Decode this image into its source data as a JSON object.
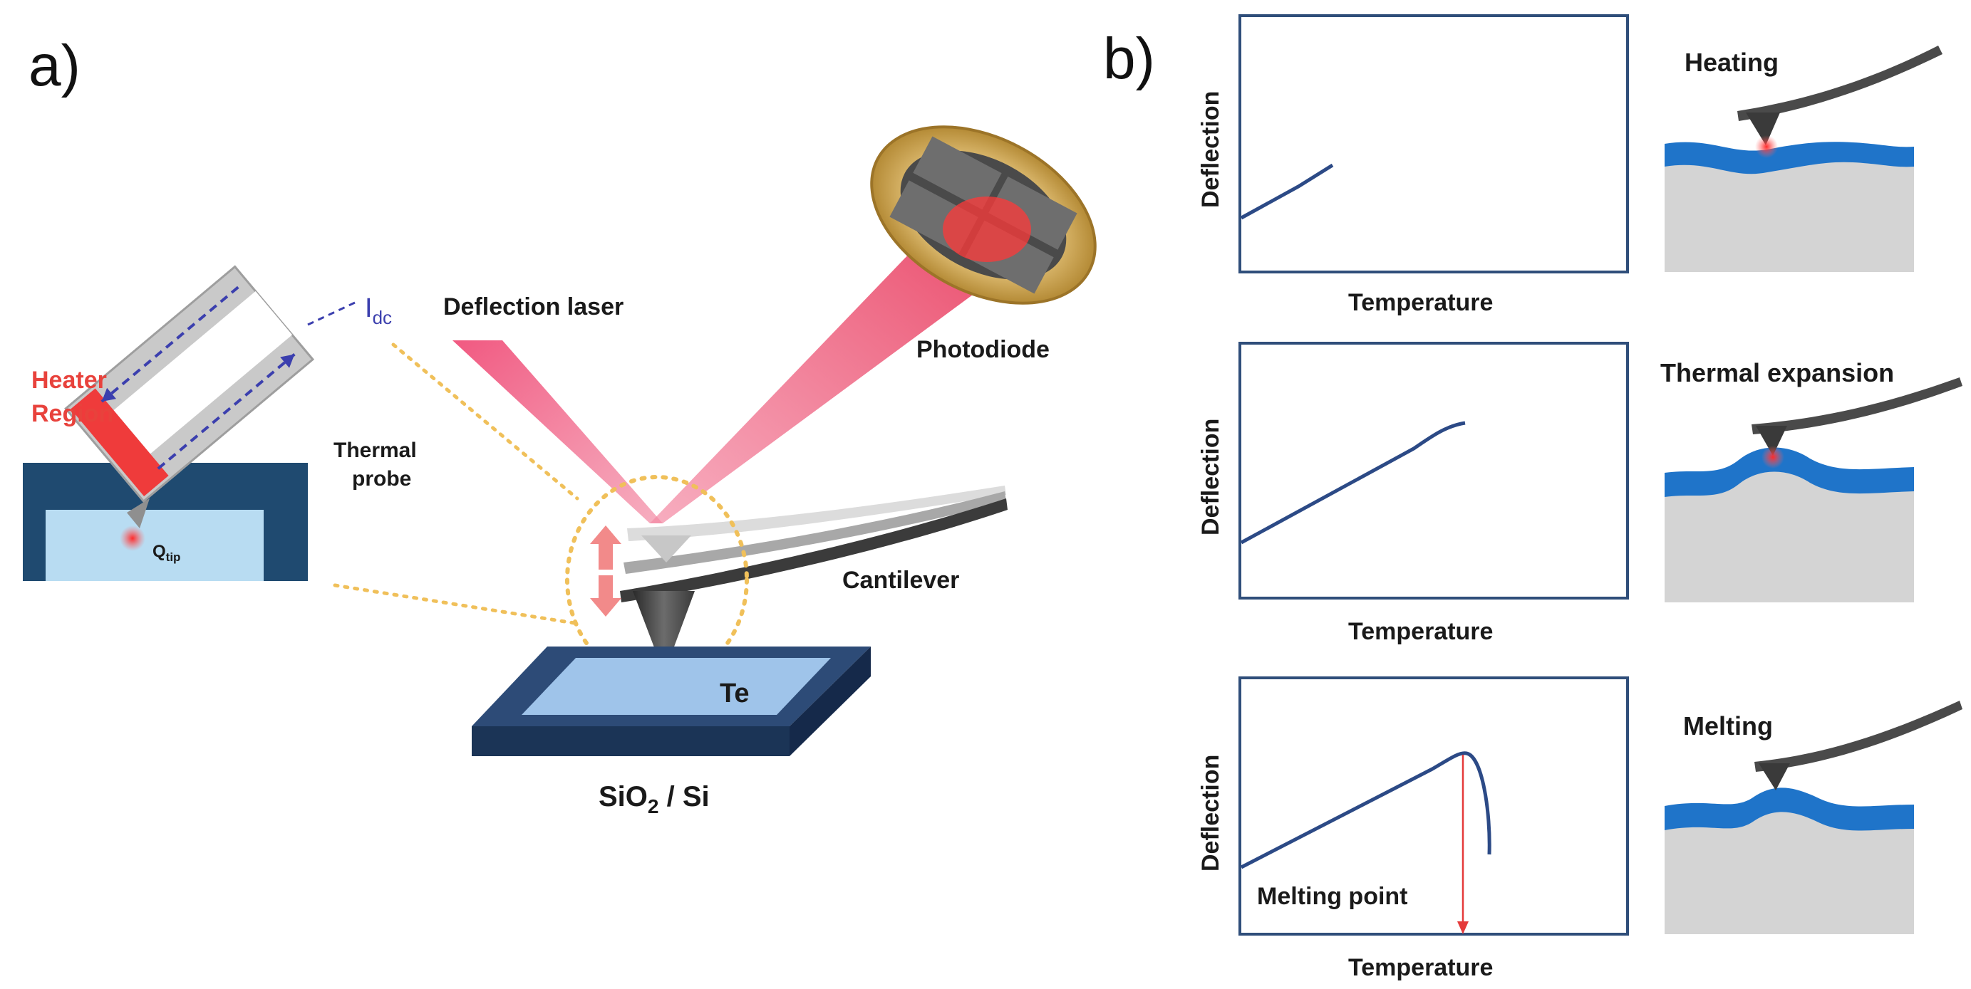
{
  "panel_a": {
    "letter": "a)",
    "heater_region_line1": "Heater",
    "heater_region_line2": "Region",
    "current_symbol": "I",
    "current_subscript": "dc",
    "thermal_probe_line1": "Thermal",
    "thermal_probe_line2": "probe",
    "q_tip_symbol": "Q",
    "q_tip_subscript": "tip",
    "deflection_laser": "Deflection laser",
    "photodiode": "Photodiode",
    "cantilever": "Cantilever",
    "sample": "Te",
    "substrate_a": "SiO",
    "substrate_sub": "2",
    "substrate_b": " / Si"
  },
  "panel_b": {
    "letter": "b)",
    "rows": [
      {
        "ylabel": "Deflection",
        "xlabel": "Temperature",
        "stage": "Heating",
        "annotation": ""
      },
      {
        "ylabel": "Deflection",
        "xlabel": "Temperature",
        "stage": "Thermal expansion",
        "annotation": ""
      },
      {
        "ylabel": "Deflection",
        "xlabel": "Temperature",
        "stage": "Melting",
        "annotation": "Melting point"
      }
    ]
  },
  "colors": {
    "heater_red": "#e8423c",
    "current_arrow": "#3b3fae",
    "laser_pink": "#f0607c",
    "frame_navy": "#2f4e7a",
    "curve_blue": "#2c4a86",
    "film_blue": "#1f74c9",
    "substrate_gray": "#d4d4d4",
    "dotted_gold": "#f0c05a"
  }
}
